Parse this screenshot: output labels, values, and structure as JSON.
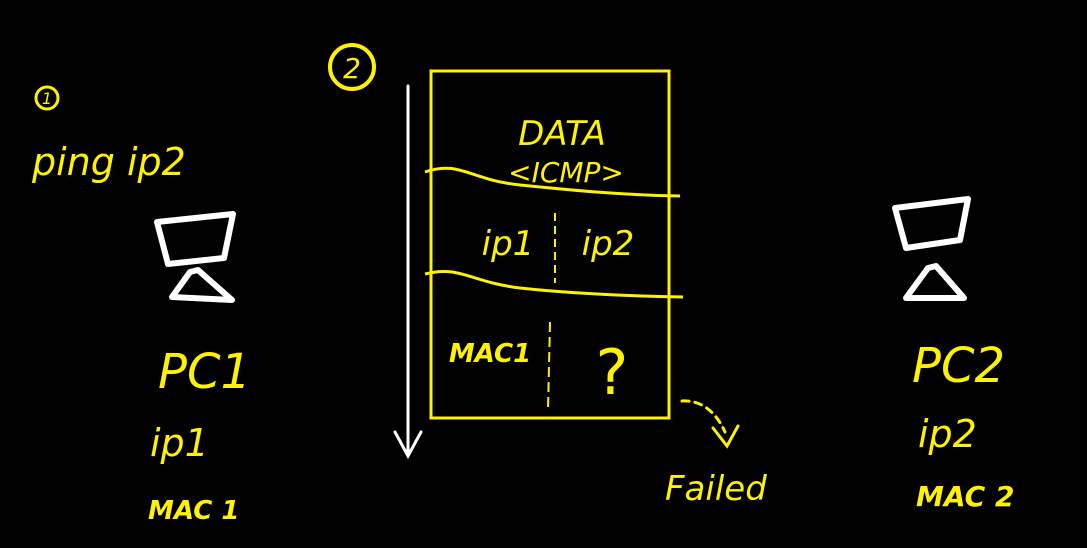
{
  "colors": {
    "background": "#000000",
    "yellow": "#FFF200",
    "white": "#FFFFFF"
  },
  "step1": {
    "badge": "1",
    "command": "ping ip2"
  },
  "step2": {
    "badge": "2"
  },
  "pc1": {
    "icon": "computer-icon",
    "name": "PC1",
    "ip": "ip1",
    "mac": "MAC 1"
  },
  "pc2": {
    "icon": "computer-icon",
    "name": "PC2",
    "ip": "ip2",
    "mac": "MAC 2"
  },
  "packet": {
    "data": "DATA",
    "protocol": "<ICMP>",
    "src_ip": "ip1",
    "dst_ip": "ip2",
    "src_mac": "MAC1",
    "dst_mac": "?"
  },
  "result": "Failed"
}
